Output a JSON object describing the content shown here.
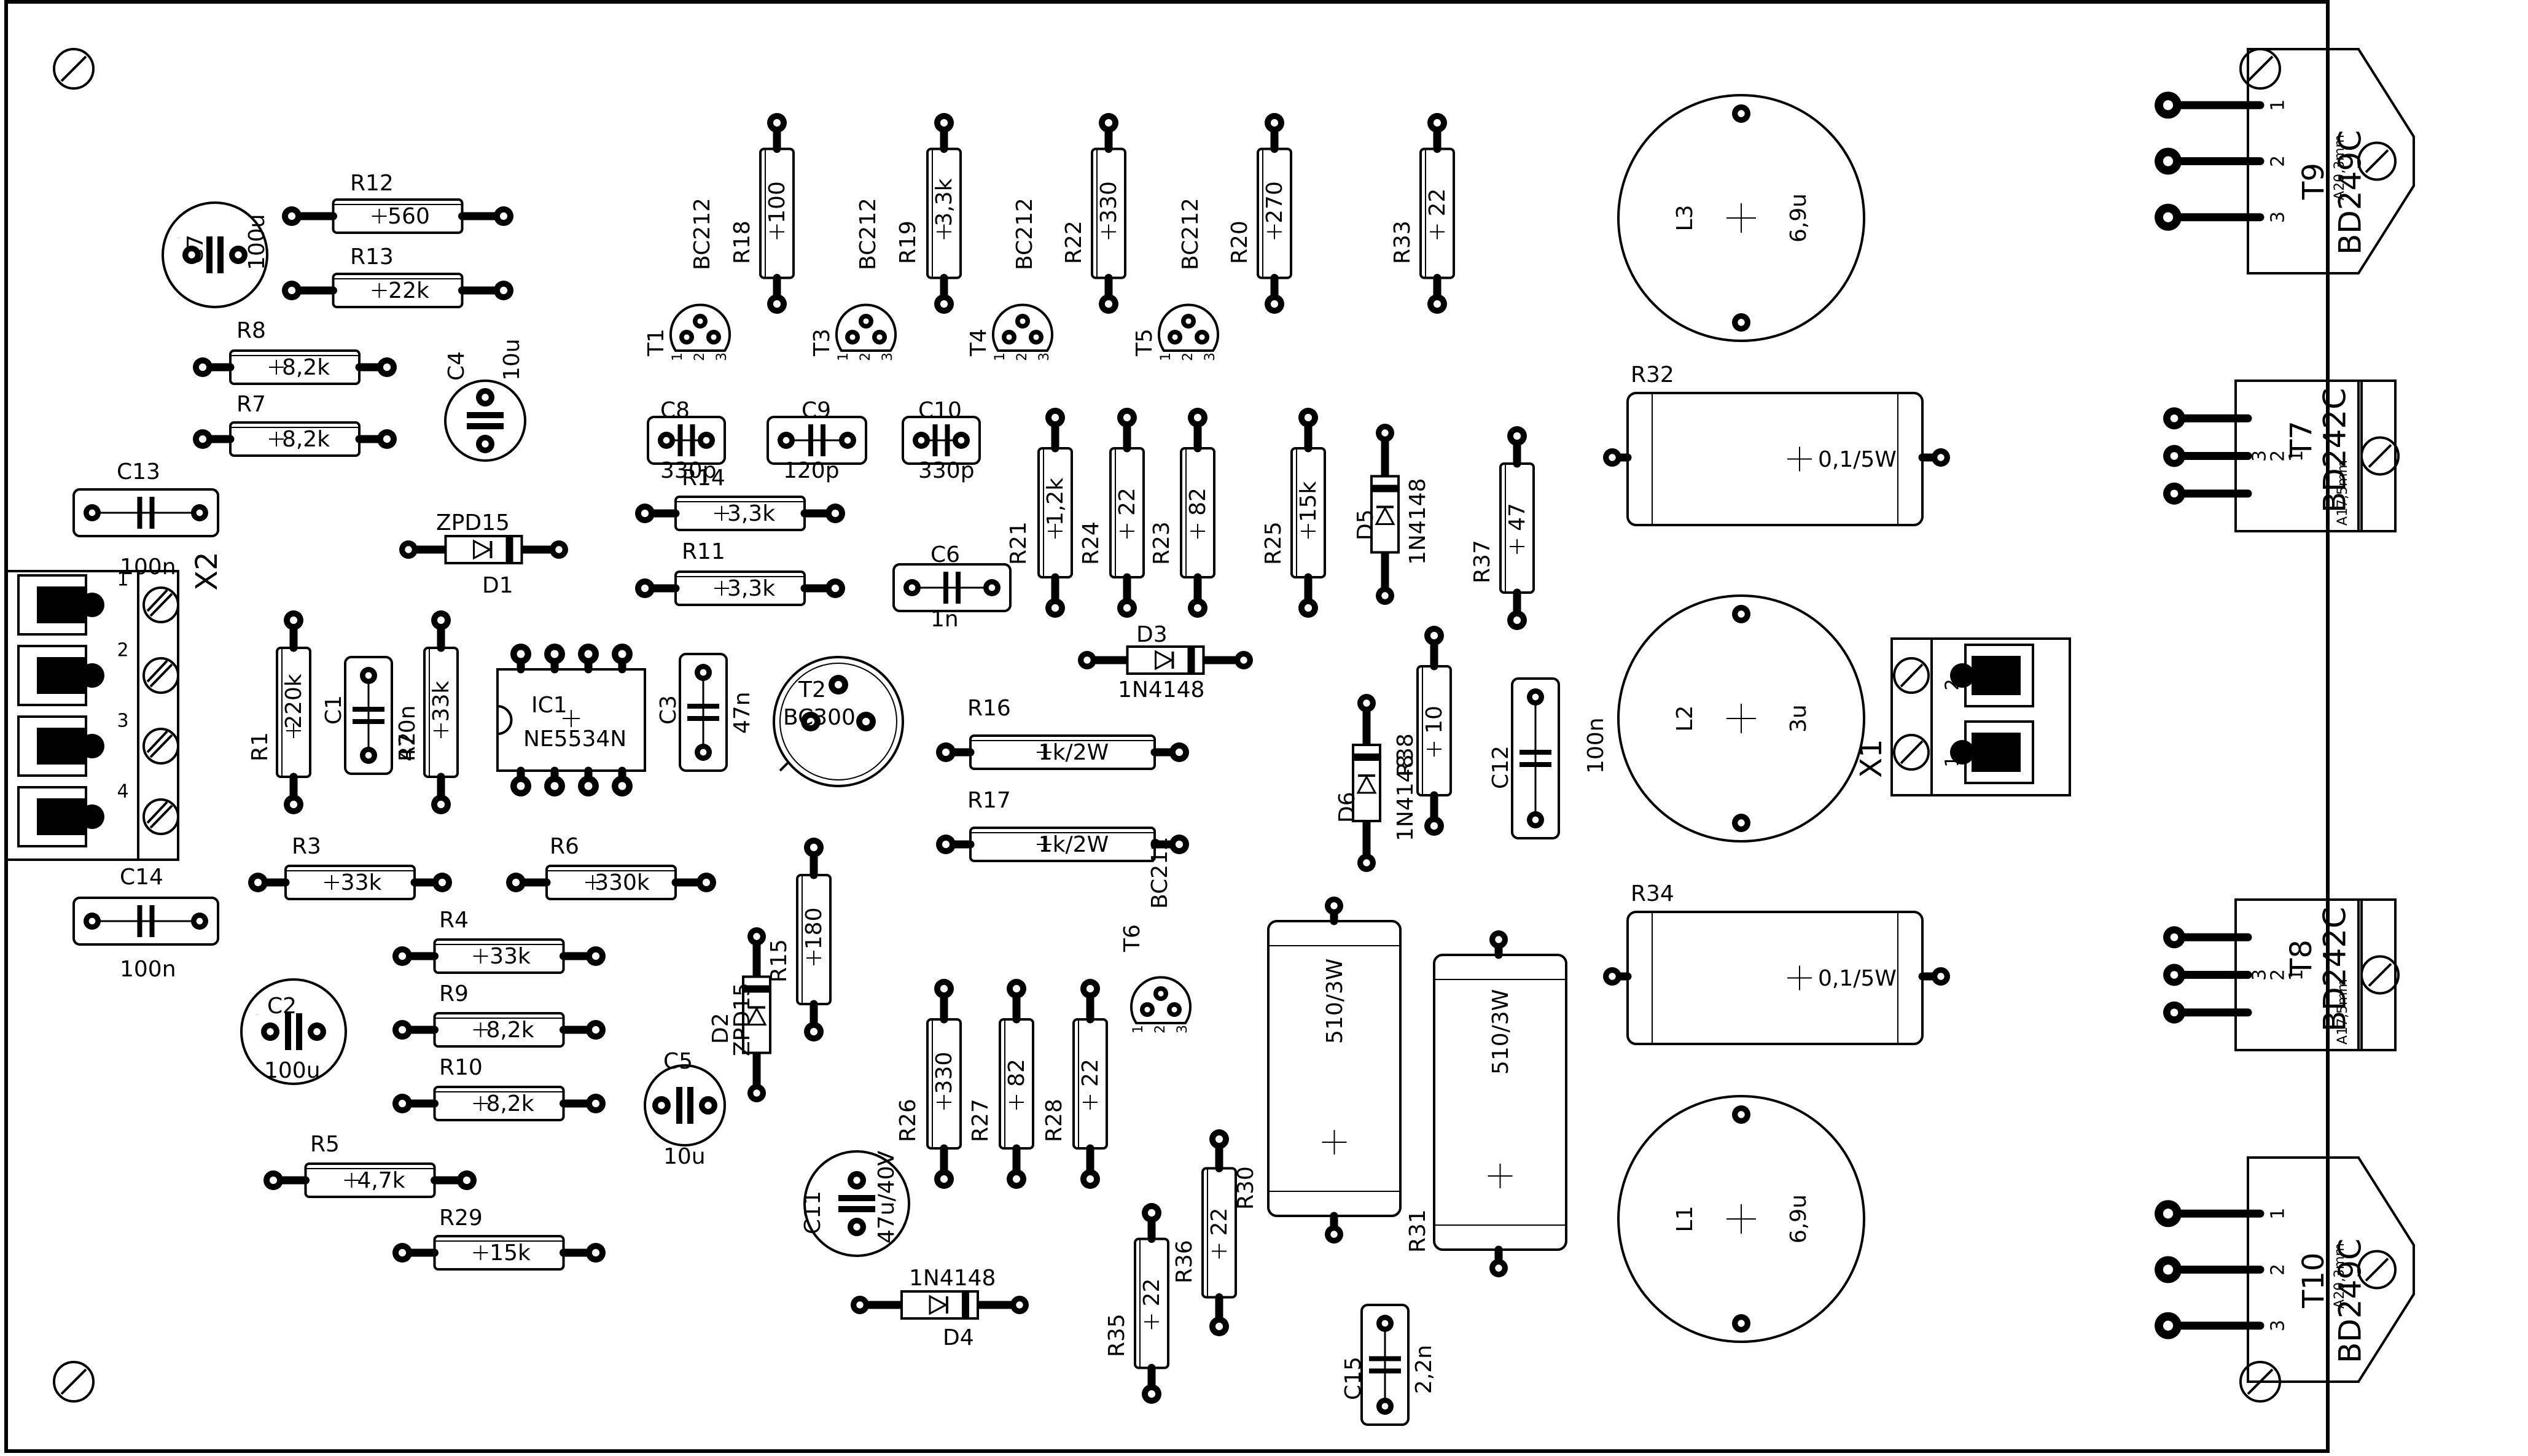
{
  "board": {
    "stroke": "#000000",
    "background": "#ffffff"
  },
  "components": [
    {
      "id": "R12",
      "kind": "resistor",
      "ref": "R12",
      "value": "560"
    },
    {
      "id": "R13",
      "kind": "resistor",
      "ref": "R13",
      "value": "22k"
    },
    {
      "id": "R8",
      "kind": "resistor",
      "ref": "R8",
      "value": "8,2k"
    },
    {
      "id": "R7",
      "kind": "resistor",
      "ref": "R7",
      "value": "8,2k"
    },
    {
      "id": "R14",
      "kind": "resistor",
      "ref": "R14",
      "value": "3,3k"
    },
    {
      "id": "R11",
      "kind": "resistor",
      "ref": "R11",
      "value": "3,3k"
    },
    {
      "id": "R3",
      "kind": "resistor",
      "ref": "R3",
      "value": "33k"
    },
    {
      "id": "R6",
      "kind": "resistor",
      "ref": "R6",
      "value": "330k"
    },
    {
      "id": "R4",
      "kind": "resistor",
      "ref": "R4",
      "value": "33k"
    },
    {
      "id": "R9",
      "kind": "resistor",
      "ref": "R9",
      "value": "8,2k"
    },
    {
      "id": "R10",
      "kind": "resistor",
      "ref": "R10",
      "value": "8,2k"
    },
    {
      "id": "R5",
      "kind": "resistor",
      "ref": "R5",
      "value": "4,7k"
    },
    {
      "id": "R29",
      "kind": "resistor",
      "ref": "R29",
      "value": "15k"
    },
    {
      "id": "R16",
      "kind": "resistor",
      "ref": "R16",
      "value": "1k/2W"
    },
    {
      "id": "R17",
      "kind": "resistor",
      "ref": "R17",
      "value": "1k/2W"
    },
    {
      "id": "R18",
      "kind": "resistor",
      "ref": "R18",
      "value": "100"
    },
    {
      "id": "R19",
      "kind": "resistor",
      "ref": "R19",
      "value": "3,3k"
    },
    {
      "id": "R22",
      "kind": "resistor",
      "ref": "R22",
      "value": "330"
    },
    {
      "id": "R20",
      "kind": "resistor",
      "ref": "R20",
      "value": "270"
    },
    {
      "id": "R33",
      "kind": "resistor",
      "ref": "R33",
      "value": "22"
    },
    {
      "id": "R21",
      "kind": "resistor",
      "ref": "R21",
      "value": "1,2k"
    },
    {
      "id": "R24",
      "kind": "resistor",
      "ref": "R24",
      "value": "22"
    },
    {
      "id": "R23",
      "kind": "resistor",
      "ref": "R23",
      "value": "82"
    },
    {
      "id": "R25",
      "kind": "resistor",
      "ref": "R25",
      "value": "15k"
    },
    {
      "id": "R37",
      "kind": "resistor",
      "ref": "R37",
      "value": "47"
    },
    {
      "id": "R1",
      "kind": "resistor",
      "ref": "R1",
      "value": "220k"
    },
    {
      "id": "R2",
      "kind": "resistor",
      "ref": "R2",
      "value": "33k"
    },
    {
      "id": "R38",
      "kind": "resistor",
      "ref": "R38",
      "value": "10"
    },
    {
      "id": "R15",
      "kind": "resistor",
      "ref": "R15",
      "value": "180"
    },
    {
      "id": "R26",
      "kind": "resistor",
      "ref": "R26",
      "value": "330"
    },
    {
      "id": "R27",
      "kind": "resistor",
      "ref": "R27",
      "value": "82"
    },
    {
      "id": "R28",
      "kind": "resistor",
      "ref": "R28",
      "value": "22"
    },
    {
      "id": "R30",
      "kind": "resistor",
      "ref": "R30",
      "value": "22"
    },
    {
      "id": "R35",
      "kind": "resistor",
      "ref": "R35",
      "value": "22"
    },
    {
      "id": "R36",
      "kind": "resistor",
      "ref": "R36",
      "value": ""
    },
    {
      "id": "R32",
      "kind": "power-resistor",
      "ref": "R32",
      "value": "0,1/5W"
    },
    {
      "id": "R34",
      "kind": "power-resistor",
      "ref": "R34",
      "value": "0,1/5W"
    },
    {
      "id": "R30P",
      "kind": "power-resistor",
      "ref": "",
      "value": "510/3W"
    },
    {
      "id": "R31",
      "kind": "power-resistor",
      "ref": "R31",
      "value": "510/3W"
    },
    {
      "id": "C1",
      "kind": "capacitor",
      "ref": "C1",
      "value": "470n"
    },
    {
      "id": "C3",
      "kind": "capacitor",
      "ref": "C3",
      "value": "47n"
    },
    {
      "id": "C6",
      "kind": "capacitor",
      "ref": "C6",
      "value": "1n"
    },
    {
      "id": "C8",
      "kind": "capacitor",
      "ref": "C8",
      "value": "330p"
    },
    {
      "id": "C9",
      "kind": "capacitor",
      "ref": "C9",
      "value": "120p"
    },
    {
      "id": "C10",
      "kind": "capacitor",
      "ref": "C10",
      "value": "330p"
    },
    {
      "id": "C12",
      "kind": "capacitor",
      "ref": "C12",
      "value": "100n"
    },
    {
      "id": "C13",
      "kind": "capacitor",
      "ref": "C13",
      "value": "100n"
    },
    {
      "id": "C14",
      "kind": "capacitor",
      "ref": "C14",
      "value": "100n"
    },
    {
      "id": "C15",
      "kind": "capacitor",
      "ref": "C15",
      "value": "2,2n"
    },
    {
      "id": "C7",
      "kind": "electrolytic",
      "ref": "C7",
      "value": "100u"
    },
    {
      "id": "C4",
      "kind": "electrolytic",
      "ref": "C4",
      "value": "10u"
    },
    {
      "id": "C2",
      "kind": "electrolytic",
      "ref": "C2",
      "value": "100u"
    },
    {
      "id": "C5",
      "kind": "electrolytic",
      "ref": "C5",
      "value": "10u"
    },
    {
      "id": "C11",
      "kind": "electrolytic",
      "ref": "C11",
      "value": "47u/40V"
    },
    {
      "id": "D1",
      "kind": "diode",
      "ref": "D1",
      "value": "ZPD15"
    },
    {
      "id": "D2",
      "kind": "diode",
      "ref": "D2",
      "value": "ZPD15"
    },
    {
      "id": "D3",
      "kind": "diode",
      "ref": "D3",
      "value": "1N4148"
    },
    {
      "id": "D4",
      "kind": "diode",
      "ref": "D4",
      "value": "1N4148"
    },
    {
      "id": "D5",
      "kind": "diode",
      "ref": "D5",
      "value": "1N4148"
    },
    {
      "id": "D6",
      "kind": "diode",
      "ref": "D6",
      "value": "1N4148"
    },
    {
      "id": "T1",
      "kind": "transistor",
      "ref": "T1",
      "value": "BC212"
    },
    {
      "id": "T3",
      "kind": "transistor",
      "ref": "T3",
      "value": "BC212"
    },
    {
      "id": "T4",
      "kind": "transistor",
      "ref": "T4",
      "value": "BC212"
    },
    {
      "id": "T5",
      "kind": "transistor",
      "ref": "T5",
      "value": "BC212"
    },
    {
      "id": "T6",
      "kind": "transistor",
      "ref": "T6",
      "value": "BC212"
    },
    {
      "id": "T2",
      "kind": "transistor-metal",
      "ref": "T2",
      "value": "BC300"
    },
    {
      "id": "IC1",
      "kind": "ic",
      "ref": "IC1",
      "value": "NE5534N"
    },
    {
      "id": "L1",
      "kind": "inductor",
      "ref": "L1",
      "value": "6,9u"
    },
    {
      "id": "L2",
      "kind": "inductor",
      "ref": "L2",
      "value": "3u"
    },
    {
      "id": "L3",
      "kind": "inductor",
      "ref": "L3",
      "value": "6,9u"
    },
    {
      "id": "T7",
      "kind": "to220",
      "ref": "T7",
      "value": "BD242C",
      "heatsink": "A17,5mm"
    },
    {
      "id": "T8",
      "kind": "to220",
      "ref": "T8",
      "value": "BD242C",
      "heatsink": "A17,5mm"
    },
    {
      "id": "T9",
      "kind": "to218",
      "ref": "T9",
      "value": "BD249C",
      "heatsink": "A20,3mm"
    },
    {
      "id": "T10",
      "kind": "to218",
      "ref": "T10",
      "value": "BD249C",
      "heatsink": "A20,3mm"
    },
    {
      "id": "X1",
      "kind": "terminal",
      "ref": "X1",
      "value": ""
    },
    {
      "id": "X2",
      "kind": "terminal",
      "ref": "X2",
      "value": ""
    }
  ],
  "pin_labels": {
    "x2": [
      "1",
      "2",
      "3",
      "4"
    ],
    "x1": [
      "2",
      "1"
    ],
    "to": [
      "1",
      "2",
      "3"
    ],
    "t92": [
      "1",
      "2",
      "3"
    ],
    "bend": [
      "3",
      "2",
      "1"
    ]
  }
}
